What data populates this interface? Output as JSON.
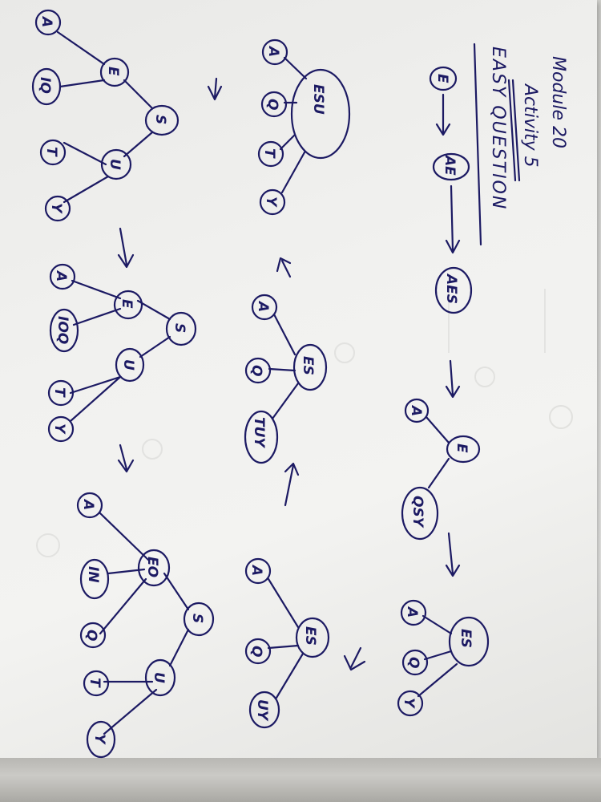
{
  "notes": {
    "title": "Module 20",
    "subtitle": "Activity 5",
    "heading": "EASY QUESTION"
  },
  "trees": [
    {
      "nodes": [
        "E"
      ]
    },
    {
      "nodes": [
        "AE"
      ]
    },
    {
      "nodes": [
        "AES"
      ]
    },
    {
      "nodes": [
        "E",
        "A",
        "QSY"
      ]
    },
    {
      "nodes": [
        "ES",
        "A",
        "Q",
        "Y"
      ]
    },
    {
      "nodes": [
        "ES",
        "A",
        "Q",
        "UY"
      ]
    },
    {
      "nodes": [
        "ES",
        "A",
        "Q",
        "TUY"
      ]
    },
    {
      "nodes": [
        "ESU",
        "A",
        "Q",
        "T",
        "Y"
      ]
    },
    {
      "nodes": [
        "S",
        "E",
        "U",
        "A",
        "IQ",
        "T",
        "Y"
      ]
    },
    {
      "nodes": [
        "S",
        "E",
        "U",
        "A",
        "IOQ",
        "T",
        "Y"
      ]
    },
    {
      "nodes": [
        "S",
        "EO",
        "U",
        "A",
        "IN",
        "Q",
        "T",
        "Y"
      ]
    }
  ]
}
